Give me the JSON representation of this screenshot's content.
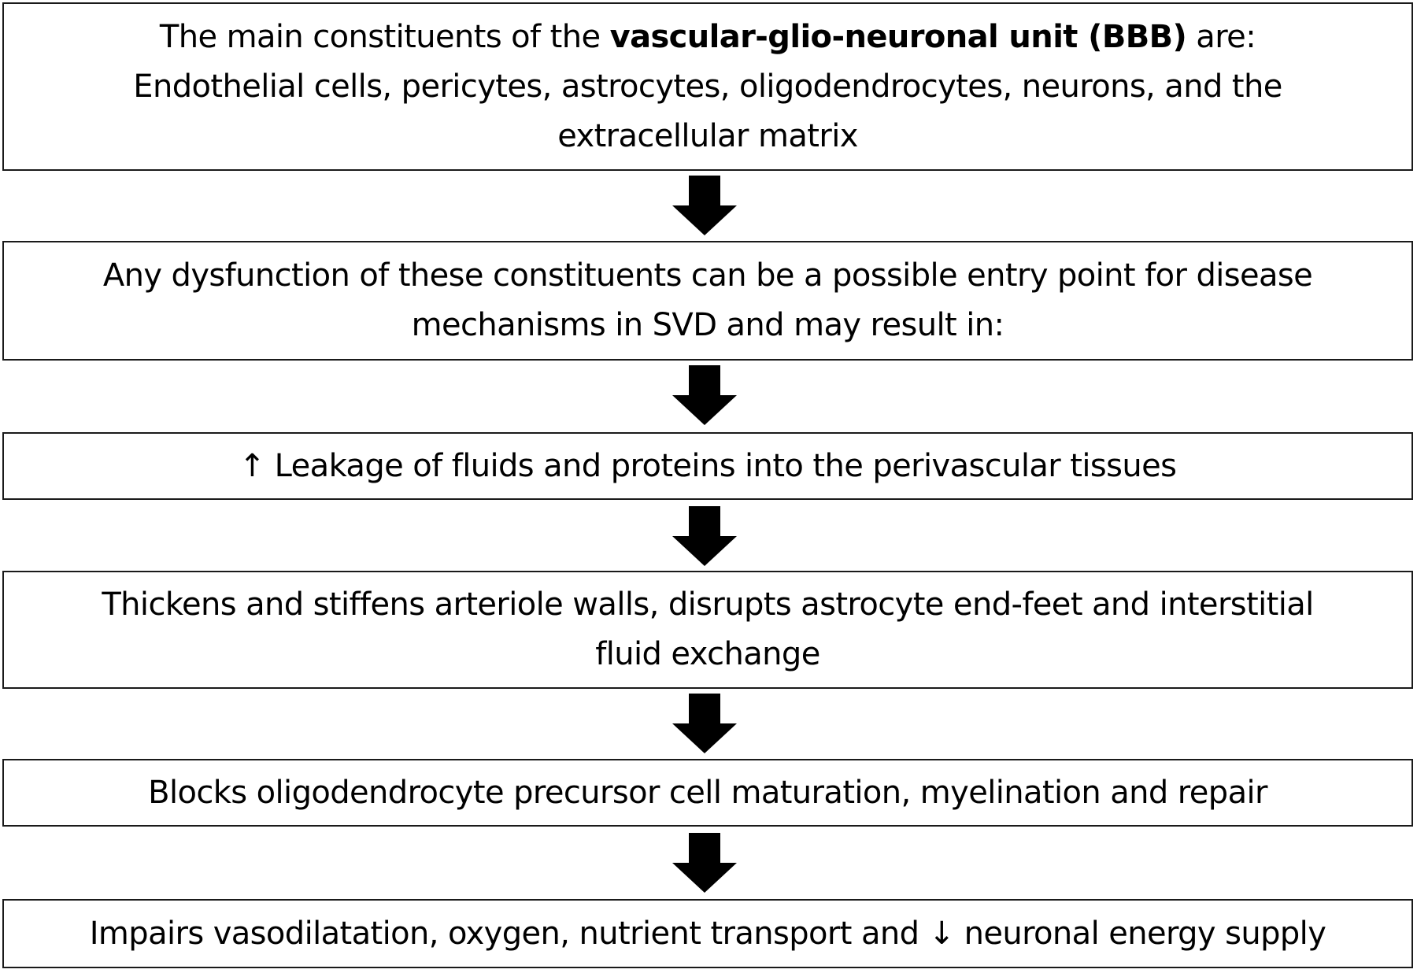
{
  "steps": [
    {
      "line1_prefix": "The main constituents of the ",
      "line1_bold": "vascular-glio-neuronal unit (BBB)",
      "line1_suffix": " are:",
      "line2": "Endothelial cells, pericytes, astrocytes, oligodendrocytes, neurons, and the",
      "line3": "extracellular matrix"
    },
    {
      "line1": "Any dysfunction of these constituents can be a possible entry point for disease",
      "line2": "mechanisms in SVD  and may result in:"
    },
    {
      "line1": "↑ Leakage of fluids and proteins into the perivascular tissues"
    },
    {
      "line1": "Thickens and stiffens arteriole walls, disrupts astrocyte end-feet and interstitial",
      "line2": "fluid exchange"
    },
    {
      "line1": "Blocks oligodendrocyte precursor cell maturation, myelination and repair"
    },
    {
      "line1": "Impairs vasodilatation, oxygen, nutrient transport and ↓ neuronal energy supply"
    }
  ],
  "arrows": [
    {
      "icon": "down-arrow-icon"
    },
    {
      "icon": "down-arrow-icon"
    },
    {
      "icon": "down-arrow-icon"
    },
    {
      "icon": "down-arrow-icon"
    },
    {
      "icon": "down-arrow-icon"
    }
  ],
  "colors": {
    "box_border": "#1a1a1a",
    "arrow_fill": "#000000",
    "text": "#000000",
    "background": "#ffffff"
  }
}
